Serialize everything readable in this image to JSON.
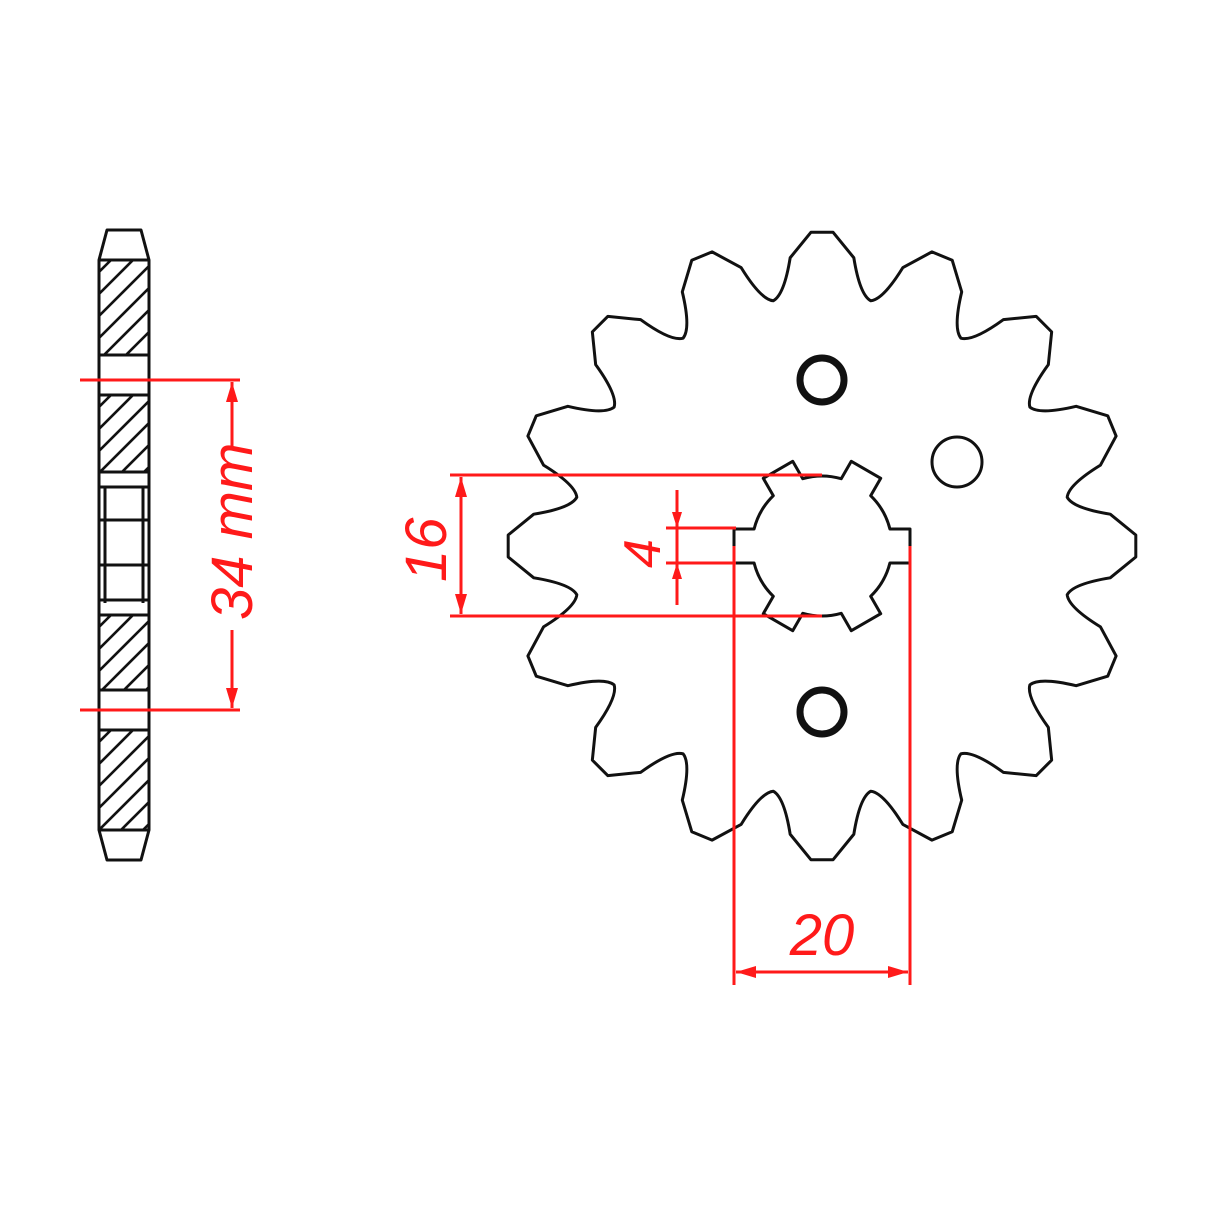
{
  "title": "Front sprocket technical drawing",
  "colors": {
    "outline": "#111111",
    "dimension": "#ff1a1a",
    "background": "#ffffff"
  },
  "sprocket": {
    "teeth": 16,
    "splines": 6,
    "mounting_holes": 3
  },
  "dimensions": {
    "pitch_circle": {
      "value": "34",
      "unit": "mm",
      "label": "34 mm"
    },
    "spline_inner": {
      "value": "16",
      "label": "16"
    },
    "spline_width": {
      "value": "4",
      "label": "4"
    },
    "spline_outer": {
      "value": "20",
      "label": "20"
    }
  }
}
